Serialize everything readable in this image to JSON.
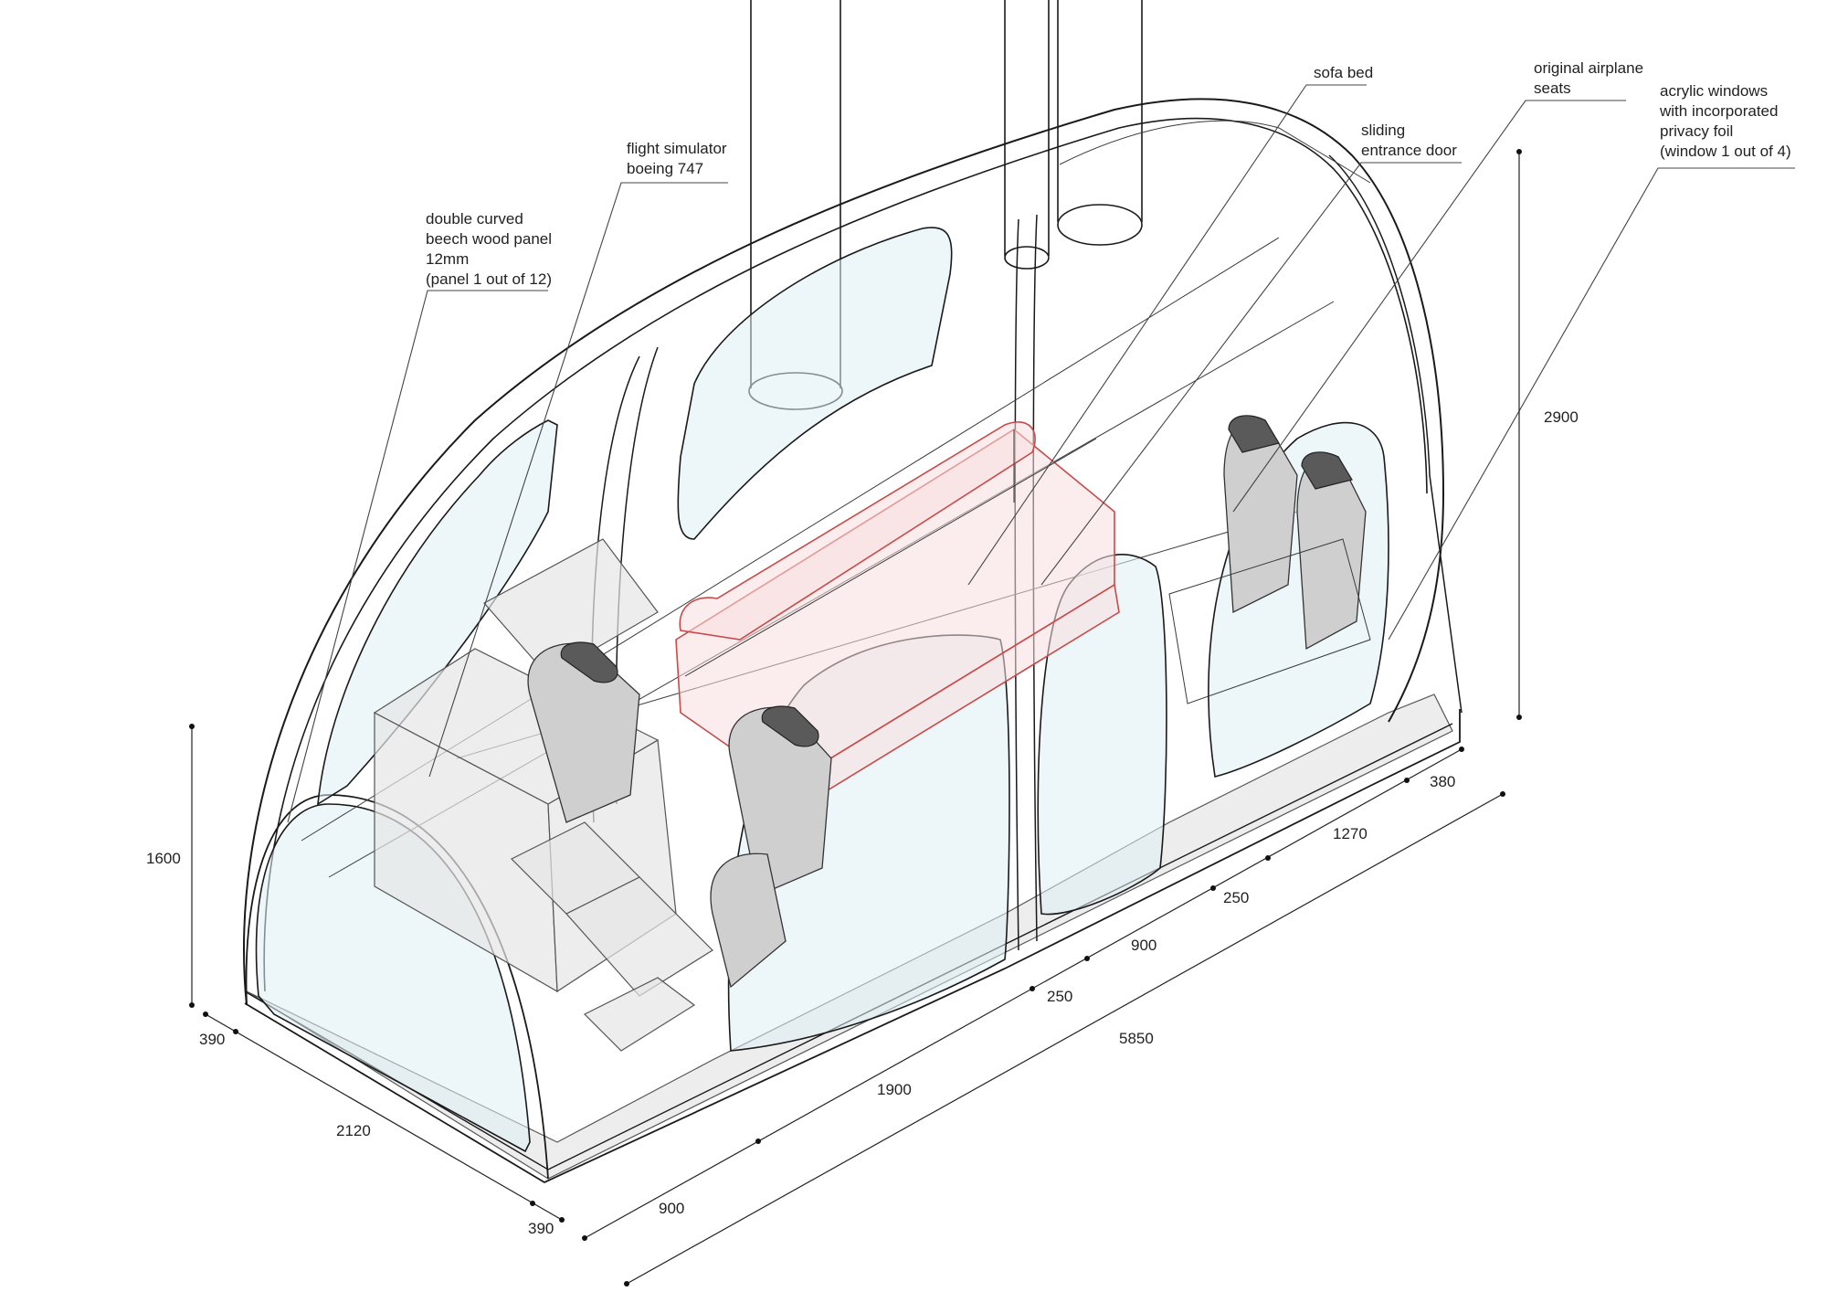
{
  "colors": {
    "line": "#1a1a1a",
    "glass": "#dff0f4",
    "sofa_outline": "#c94a4a",
    "sofa_fill": "#f7dede",
    "paper": "#ffffff"
  },
  "labels": {
    "panel": [
      "double curved",
      "beech wood panel",
      "12mm",
      "(panel 1 out of 12)"
    ],
    "simulator": [
      "flight simulator",
      "boeing 747"
    ],
    "sofa": [
      "sofa bed"
    ],
    "door": [
      "sliding",
      "entrance door"
    ],
    "seats": [
      "original airplane",
      "seats"
    ],
    "windows": [
      "acrylic windows",
      "with incorporated",
      "privacy foil",
      "(window 1 out of 4)"
    ]
  },
  "dimensions": {
    "height_front": "1600",
    "height_total": "2900",
    "width_side_a": "390",
    "width_mid": "2120",
    "width_side_b": "390",
    "len_900_front": "900",
    "len_1900": "1900",
    "len_250_a": "250",
    "len_900_mid": "900",
    "len_250_b": "250",
    "len_1270": "1270",
    "len_380": "380",
    "len_total": "5850"
  }
}
